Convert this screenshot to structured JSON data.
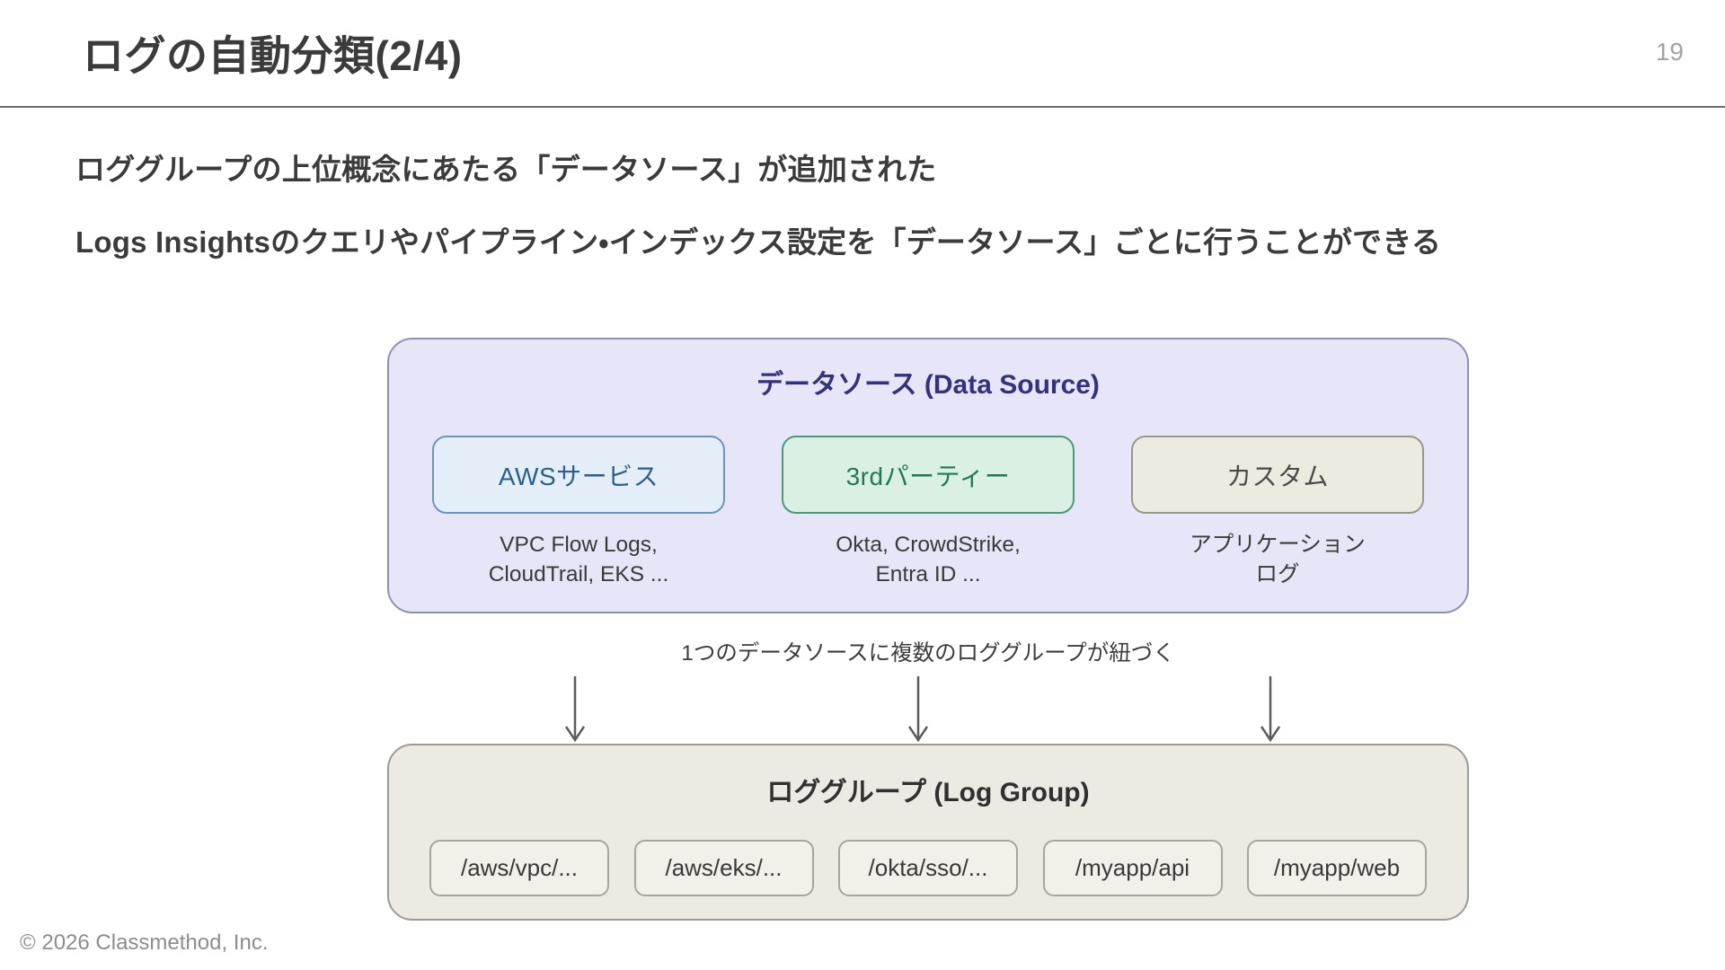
{
  "header": {
    "title": "ログの自動分類(2/4)",
    "page_number": "19"
  },
  "lead": {
    "line1": "ロググループの上位概念にあたる「データソース」が追加された",
    "line2": "Logs Insightsのクエリやパイプライン・インデックス設定を「データソース」ごとに行うことができる"
  },
  "diagram": {
    "data_source_panel": {
      "title": "データソース (Data Source)",
      "title_color": "#32327e",
      "bg": "#e7e6f8",
      "border": "#8f8eb4",
      "categories": [
        {
          "label": "AWSサービス",
          "description": "VPC Flow Logs,\nCloudTrail, EKS ...",
          "bg": "#e4eef8",
          "border": "#6f94b6",
          "text": "#2d5f8e"
        },
        {
          "label": "3rdパーティー",
          "description": "Okta, CrowdStrike,\nEntra ID ...",
          "bg": "#d9f0e3",
          "border": "#4f977a",
          "text": "#1f7a55"
        },
        {
          "label": "カスタム",
          "description": "アプリケーション\nログ",
          "bg": "#edebe0",
          "border": "#98978c",
          "text": "#4a4a4a"
        }
      ]
    },
    "mapping_label": "1つのデータソースに複数のロググループが紐づく",
    "arrow_color": "#5c5c5c",
    "log_group_panel": {
      "title": "ロググループ (Log Group)",
      "bg": "#eceae2",
      "border": "#9c9b93",
      "groups": [
        "/aws/vpc/...",
        "/aws/eks/...",
        "/okta/sso/...",
        "/myapp/api",
        "/myapp/web"
      ]
    }
  },
  "footer": {
    "copyright": "© 2026 Classmethod, Inc."
  }
}
